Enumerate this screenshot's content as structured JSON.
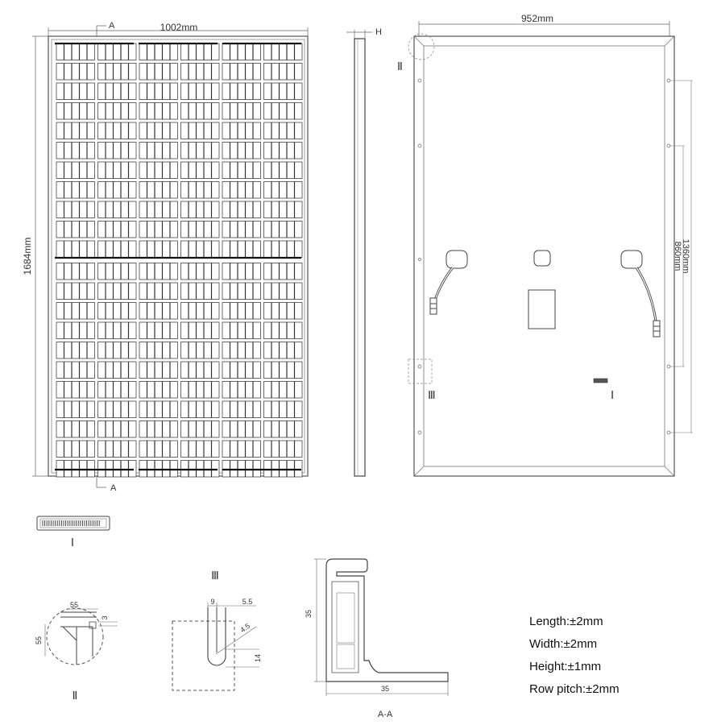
{
  "front_view": {
    "width_label": "1002mm",
    "height_label": "1684mm",
    "section_mark_top": "A",
    "section_mark_bottom": "A"
  },
  "side_view": {
    "height_mark": "H"
  },
  "back_view": {
    "width_label": "952mm",
    "pitch_label_outer": "1360mm",
    "pitch_label_inner": "860mm",
    "detail_mark_corner": "Ⅱ",
    "detail_mark_hole": "Ⅲ",
    "detail_mark_label": "Ⅰ"
  },
  "detail_I": {
    "caption": "Ⅰ"
  },
  "detail_II": {
    "caption": "Ⅱ",
    "dim_width": "55",
    "dim_height": "55",
    "dim_gap": "3"
  },
  "detail_III": {
    "caption": "Ⅲ",
    "dim_a": "9",
    "dim_b": "5.5",
    "dim_c": "4.5",
    "dim_d": "14"
  },
  "section_AA": {
    "caption": "A-A",
    "dim_height": "35",
    "dim_width": "35"
  },
  "tolerances": [
    "Length:±2mm",
    "Width:±2mm",
    "Height:±1mm",
    "Row pitch:±2mm"
  ]
}
